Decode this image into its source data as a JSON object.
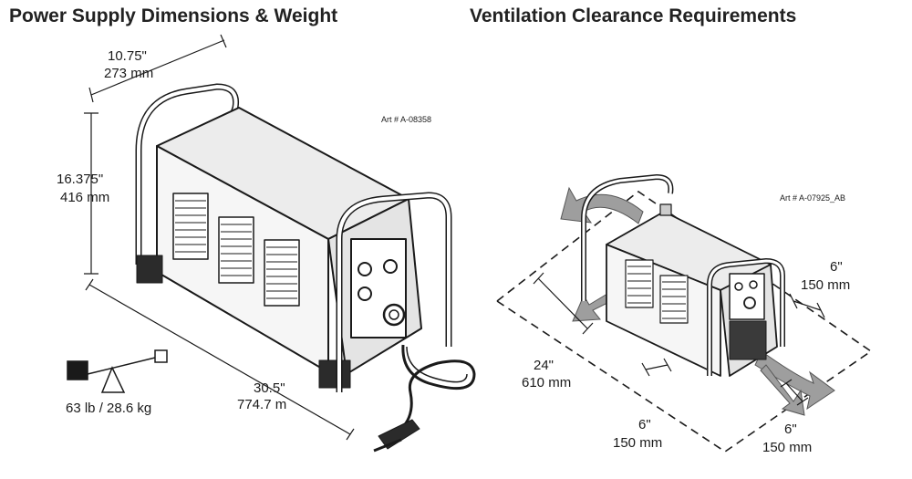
{
  "left_section": {
    "title": "Power Supply Dimensions & Weight",
    "art_number": "Art # A-08358",
    "width_in": "10.75\"",
    "width_mm": "273 mm",
    "height_in": "16.375\"",
    "height_mm": "416 mm",
    "length_in": "30.5\"",
    "length_mm": "774.7 m",
    "weight": "63 lb / 28.6 kg"
  },
  "right_section": {
    "title": "Ventilation Clearance Requirements",
    "art_number": "Art # A-07925_AB",
    "front_clearance_in": "24\"",
    "front_clearance_mm": "610 mm",
    "right_clearance_in": "6\"",
    "right_clearance_mm": "150 mm",
    "bottom_clearance_in": "6\"",
    "bottom_clearance_mm": "150 mm",
    "rear_clearance_in": "6\"",
    "rear_clearance_mm": "150 mm"
  },
  "colors": {
    "line": "#1a1a1a",
    "airflow": "#9e9e9e",
    "unit_fill": "#f4f4f4"
  }
}
